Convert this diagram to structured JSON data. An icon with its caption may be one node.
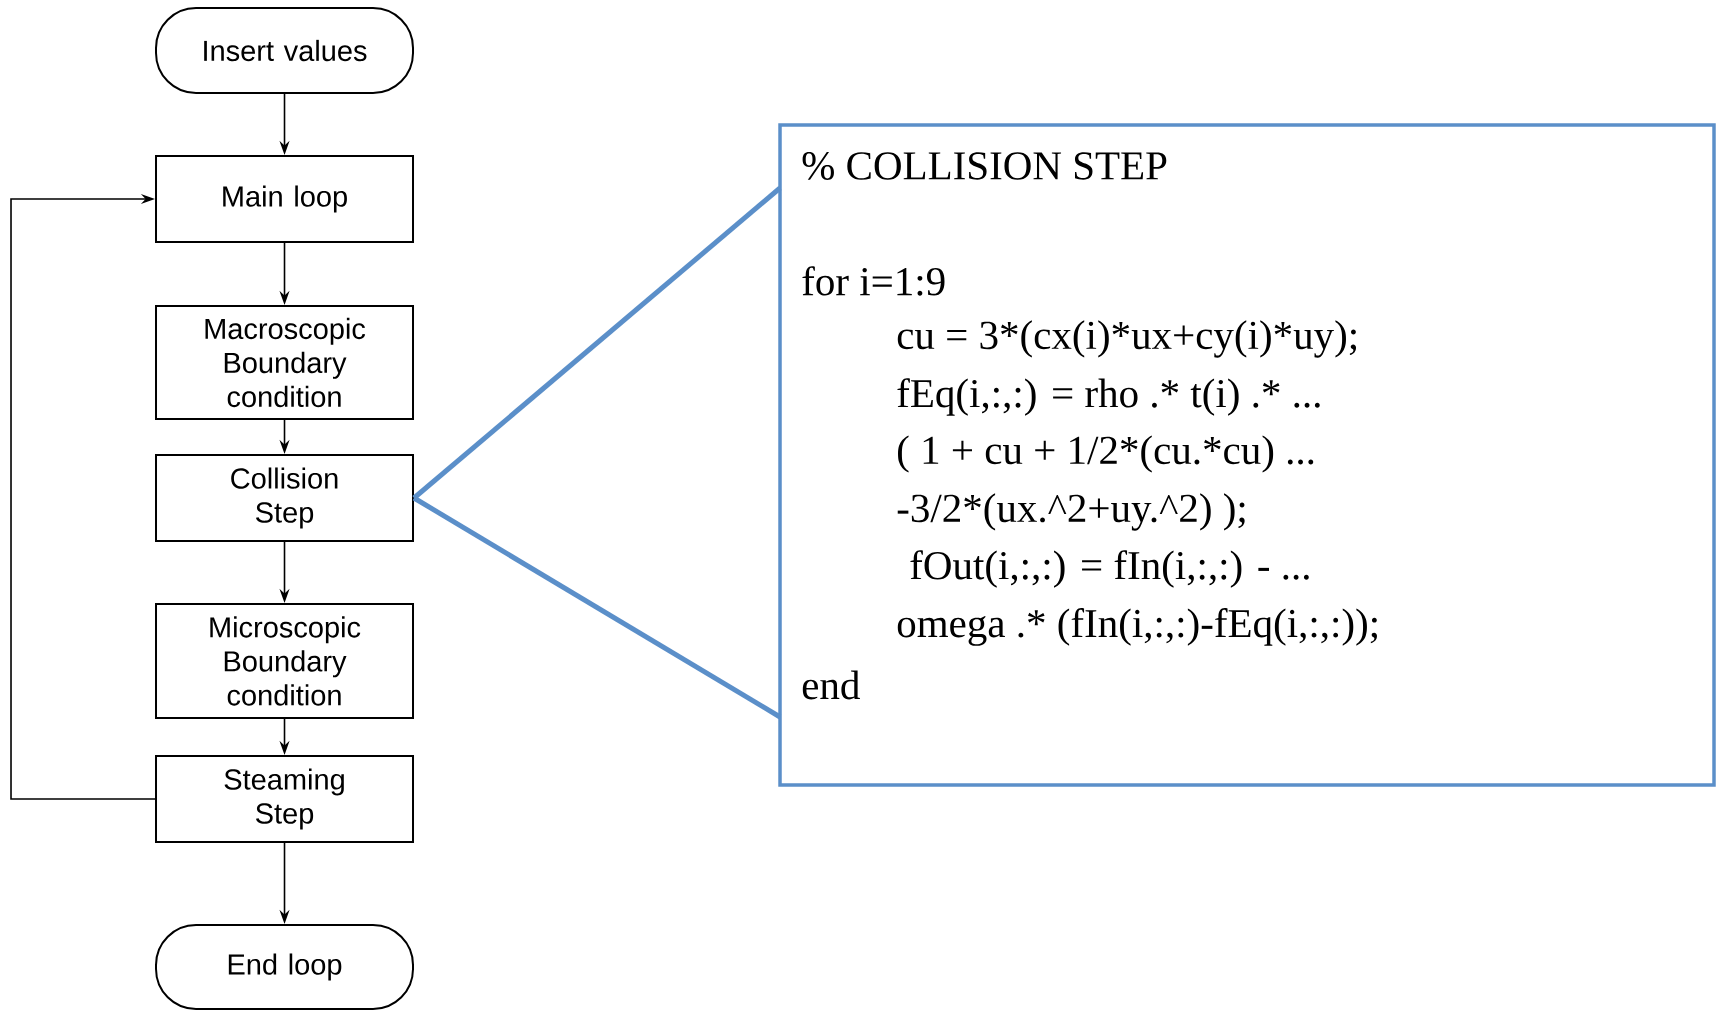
{
  "diagram": {
    "nodes": [
      {
        "text": [
          "Insert values"
        ]
      },
      {
        "text": [
          "Main loop"
        ]
      },
      {
        "text": [
          "Macroscopic Boundary condition"
        ]
      },
      {
        "text": [
          "Collision Step"
        ]
      },
      {
        "text": [
          "Microscopic Boundary condition"
        ]
      },
      {
        "text": [
          "Steaming Step"
        ]
      },
      {
        "text": [
          "End loop"
        ]
      },
      {
        "text": [
          "% COLLISION STEP",
          "for i=1:9",
          "cu = 3*(cx(i)*ux+cy(i)*uy);",
          "fEq(i,:,:) = rho .* t(i) .* ...",
          "( 1 + cu + 1/2*(cu.*cu) ...",
          "-3/2*(ux.^2+uy.^2) );",
          "fOut(i,:,:) = fIn(i,:,:) - ...",
          "omega .* (fIn(i,:,:)-fEq(i,:,:));",
          "end"
        ]
      }
    ],
    "edges": [
      {
        "from": 0,
        "to": 1,
        "arrow": "to"
      },
      {
        "from": 1,
        "to": 2,
        "arrow": "to"
      },
      {
        "from": 2,
        "to": 3,
        "arrow": "to"
      },
      {
        "from": 3,
        "to": 4,
        "arrow": "to"
      },
      {
        "from": 4,
        "to": 5,
        "arrow": "to"
      },
      {
        "from": 5,
        "to": 6,
        "arrow": "to"
      },
      {
        "from": 5,
        "to": 1,
        "arrow": "to"
      },
      {
        "from": 3,
        "to": 7,
        "arrow": "none",
        "style": "thick",
        "color": "#5b8fc9"
      },
      {
        "from": 3,
        "to": 7,
        "arrow": "none",
        "style": "thick",
        "color": "#5b8fc9"
      }
    ]
  }
}
